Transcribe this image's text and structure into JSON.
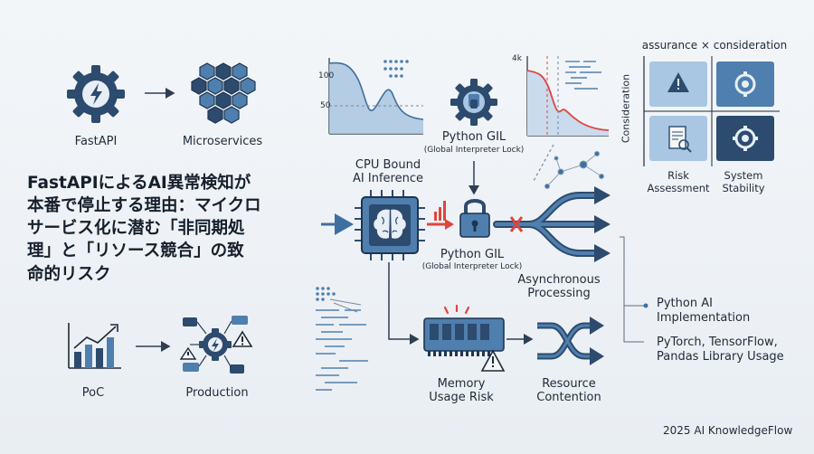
{
  "diagram": {
    "title_lines": [
      "FastAPIによるAI異常検知が",
      "本番で停止する理由：マイクロ",
      "サービス化に潜む「非同期処",
      "理」と「リソース競合」の致",
      "命的リスク"
    ],
    "nodes": {
      "fastapi": "FastAPI",
      "microservices": "Microservices",
      "poc": "PoC",
      "production": "Production",
      "cpu_bound_1": "CPU Bound",
      "cpu_bound_2": "AI Inference",
      "gil_top_1": "Python GIL",
      "gil_top_2": "(Global Interpreter Lock)",
      "gil_mid_1": "Python GIL",
      "gil_mid_2": "(Global Interpreter Lock)",
      "async_1": "Asynchronous",
      "async_2": "Processing",
      "memory_1": "Memory",
      "memory_2": "Usage Risk",
      "resource_1": "Resource",
      "resource_2": "Contention"
    },
    "chart_ticks": {
      "left_100": "100",
      "left_50": "50",
      "right_4k": "4k"
    },
    "matrix": {
      "title": "assurance × consideration",
      "y_label": "Consideration",
      "q_risk_1": "Risk",
      "q_risk_2": "Assessment",
      "q_sys_1": "System",
      "q_sys_2": "Stability"
    },
    "notes": {
      "python_ai_1": "Python AI",
      "python_ai_2": "Implementation",
      "libs_1": "PyTorch, TensorFlow,",
      "libs_2": "Pandas Library Usage"
    },
    "footer": "2025 AI KnowledgeFlow",
    "colors": {
      "navy": "#2d4b6e",
      "steel": "#4f7fae",
      "light_blue": "#a9c6e2",
      "alert_red": "#e0453d",
      "ink": "#1f2a38"
    }
  }
}
